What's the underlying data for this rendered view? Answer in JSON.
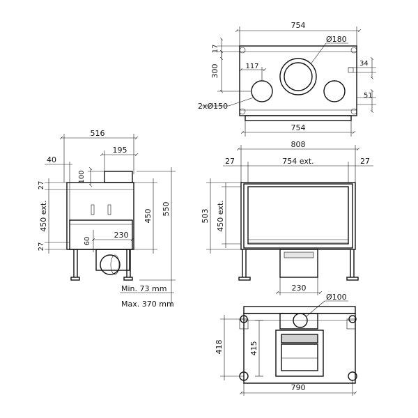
{
  "views": {
    "top": {
      "width_label": "754",
      "bottom_width_label": "754",
      "flue_label": "Ø180",
      "side_outlets_label": "2xØ150",
      "depth_label": "300",
      "offset_label": "117",
      "edge_top_label": "17",
      "edge_right_label": "34",
      "edge_bottom_label": "51"
    },
    "side": {
      "depth_label": "516",
      "flue_offset_label": "195",
      "front_label": "40",
      "collar_label": "100",
      "top_gap_label": "27",
      "bottom_gap_label": "27",
      "ext_height_label": "450 ext.",
      "inner_height_label": "450",
      "total_height_label": "550",
      "outlet_width_label": "230",
      "foot_label": "60",
      "min_label": "Min. 73 mm",
      "max_label": "Max. 370 mm"
    },
    "front": {
      "total_width_label": "808",
      "ext_width_label": "754 ext.",
      "left_margin_label": "27",
      "right_margin_label": "27",
      "height_label": "503",
      "ext_height_label": "450 ext.",
      "outlet_width_label": "230"
    },
    "bottom": {
      "inlet_label": "Ø100",
      "depth_label": "418",
      "inner_depth_label": "415",
      "width_label": "790"
    }
  }
}
